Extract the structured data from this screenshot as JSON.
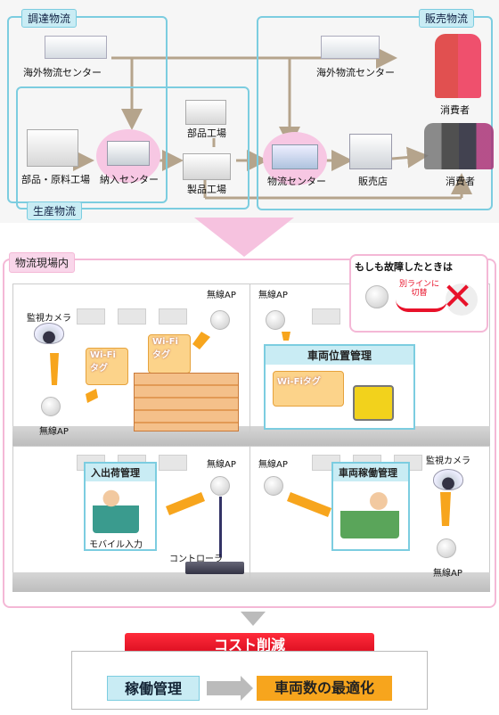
{
  "top": {
    "procurement": "調達物流",
    "sales": "販売物流",
    "production": "生産物流",
    "overseas_center_left": "海外物流センター",
    "overseas_center_right": "海外物流センター",
    "consumer_top": "消費者",
    "consumer_bottom": "消費者",
    "parts_factory": "部品工場",
    "raw_factory": "部品・原料工場",
    "delivery_center": "納入センター",
    "product_factory": "製品工場",
    "logistics_center": "物流センター",
    "store": "販売店"
  },
  "site": {
    "title": "物流現場内",
    "failure_title": "もしも故障したときは",
    "switch_label": "別ラインに\n切替",
    "wireless_ap": "無線AP",
    "camera": "監視カメラ",
    "wifi_tag": "Wi-Fiタグ",
    "vehicle_position": "車両位置管理",
    "inout_mgmt": "入出荷管理",
    "vehicle_operation": "車両稼働管理",
    "mobile_input": "モバイル入力",
    "controller": "コントローラ"
  },
  "result": {
    "cost": "コスト削減",
    "operation": "稼働管理",
    "optimize": "車両数の最適化"
  },
  "colors": {
    "cyan": "#7ccde0",
    "pink": "#f4b8d6",
    "red": "#e8122a",
    "orange": "#f7a51d"
  }
}
